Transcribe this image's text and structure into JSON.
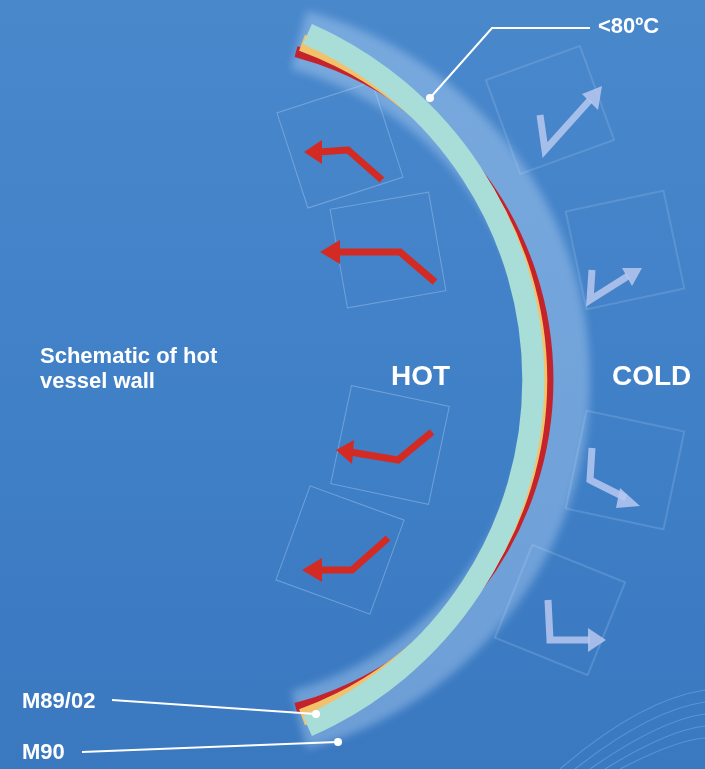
{
  "diagram": {
    "labels": [
      "<80ºC",
      "Schematic of hot vessel wall",
      "HOT",
      "COLD",
      "M89/02",
      "M90"
    ]
  }
}
